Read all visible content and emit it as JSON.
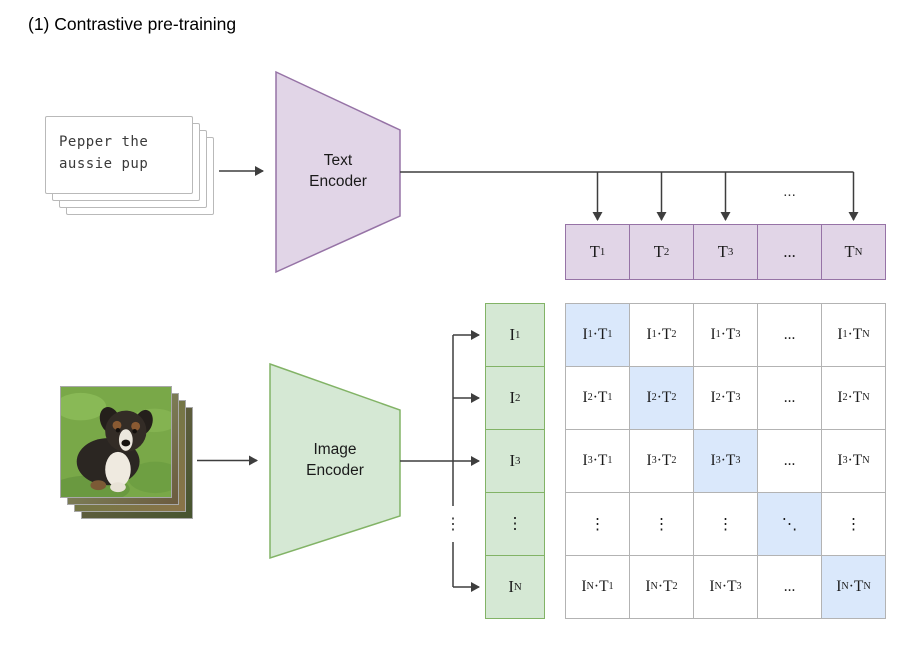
{
  "title": "(1) Contrastive pre-training",
  "text_input": {
    "line1": "Pepper the",
    "line2": "aussie pup"
  },
  "text_encoder": {
    "label": "Text Encoder"
  },
  "image_encoder": {
    "label": "Image Encoder"
  },
  "ellipsis_top": "...",
  "branch_vdots": "⋮",
  "text_embeddings": [
    "T_1",
    "T_2",
    "T_3",
    "...",
    "T_N"
  ],
  "image_embeddings": [
    "I_1",
    "I_2",
    "I_3",
    "⋮",
    "I_N"
  ],
  "matrix": {
    "rows": [
      [
        "I_1·T_1",
        "I_1·T_2",
        "I_1·T_3",
        "...",
        "I_1·T_N"
      ],
      [
        "I_2·T_1",
        "I_2·T_2",
        "I_2·T_3",
        "...",
        "I_2·T_N"
      ],
      [
        "I_3·T_1",
        "I_3·T_2",
        "I_3·T_3",
        "...",
        "I_3·T_N"
      ],
      [
        "⋮",
        "⋮",
        "⋮",
        "⋱",
        "⋮"
      ],
      [
        "I_N·T_1",
        "I_N·T_2",
        "I_N·T_3",
        "...",
        "I_N·T_N"
      ]
    ]
  },
  "colors": {
    "purple_fill": "#e1d5e7",
    "purple_stroke": "#9673a6",
    "green_fill": "#d5e8d4",
    "green_stroke": "#82b366",
    "highlight_fill": "#dae8fb",
    "grid_stroke": "#b3b3b3",
    "arrow": "#3e3e3e",
    "card_border": "#b9b9b9"
  }
}
